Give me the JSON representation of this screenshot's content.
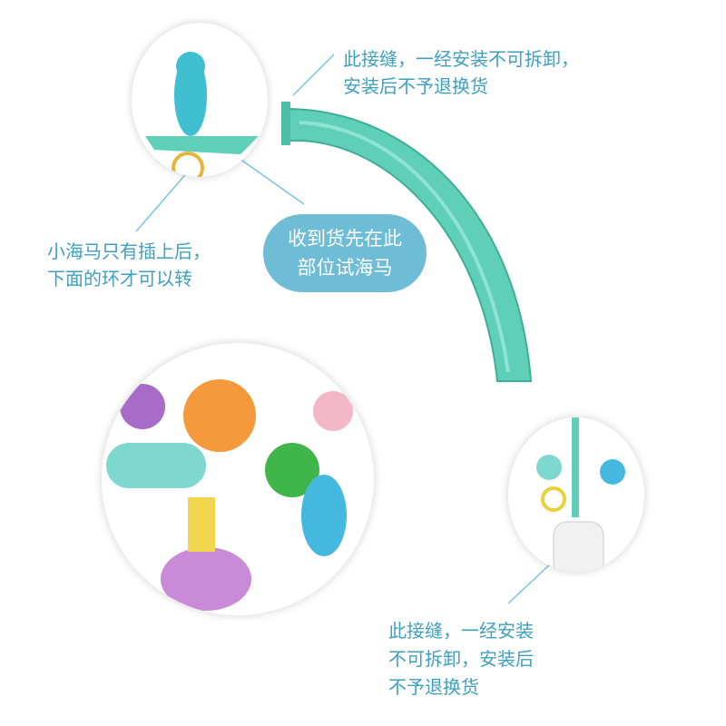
{
  "top_note": {
    "line1": "此接缝，一经安装不可拆卸，",
    "line2": "安装后不予退换货"
  },
  "left_note": {
    "line1": "小海马只有插上后，",
    "line2": "下面的环才可以转"
  },
  "bubble": {
    "line1": "收到货先在此",
    "line2": "部位试海马"
  },
  "bottom_note": {
    "line1": "此接缝，一经安装",
    "line2": "不可拆卸，安装后",
    "line3": "不予退换货"
  },
  "colors": {
    "text": "#3f9fbf",
    "bubble": "#6fbcd7",
    "arm": "#5fcfb8"
  }
}
